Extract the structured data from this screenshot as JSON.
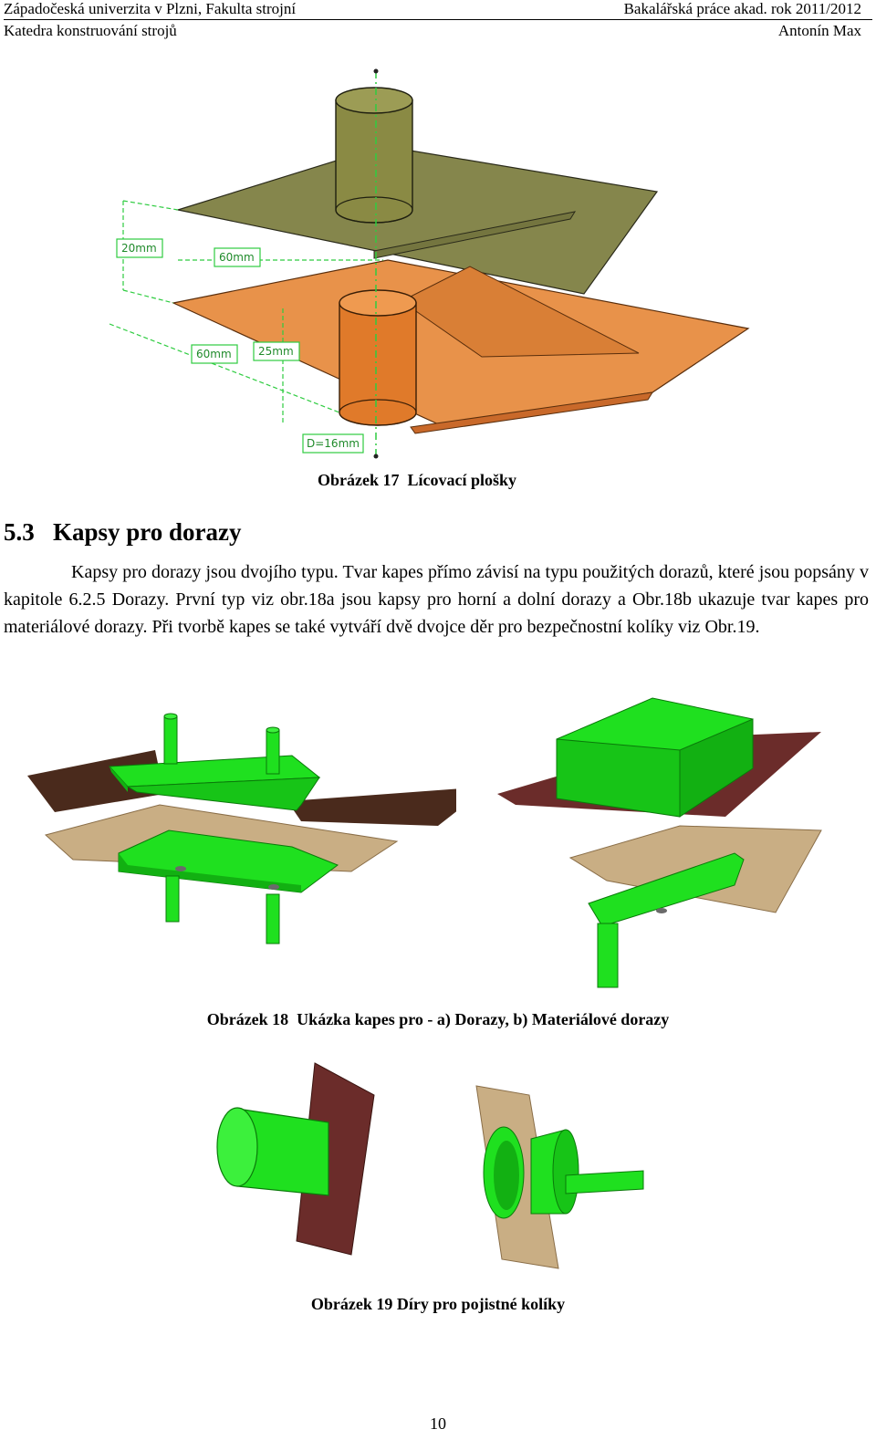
{
  "header": {
    "left_top": "Západočeská univerzita v Plzni, Fakulta strojní",
    "left_bottom": "Katedra konstruování strojů",
    "right_top": "Bakalářská práce akad. rok 2011/2012",
    "right_bottom": "Antonín Max"
  },
  "figure17": {
    "caption": "Obrázek 17  Lícovací plošky",
    "dimensions": {
      "d1": "20mm",
      "d2": "60mm",
      "d3": "60mm",
      "d4": "25mm",
      "d5": "D=16mm"
    }
  },
  "section": {
    "heading": "5.3   Kapsy pro dorazy",
    "paragraph": "Kapsy pro dorazy jsou dvojího typu. Tvar kapes přímo závisí na typu použitých dorazů, které jsou popsány v kapitole 6.2.5 Dorazy. První typ viz obr.18a jsou kapsy pro horní a dolní dorazy a Obr.18b ukazuje tvar kapes pro materiálové dorazy. Při tvorbě kapes se také vytváří dvě dvojce děr pro bezpečnostní kolíky viz Obr.19."
  },
  "figure18": {
    "caption": "Obrázek 18  Ukázka kapes pro - a) Dorazy, b) Materiálové dorazy"
  },
  "figure19": {
    "caption": "Obrázek 19 Díry pro pojistné kolíky"
  },
  "page_number": "10",
  "colors": {
    "olive_plate": "#8a8a4e",
    "orange_plate": "#e8924a",
    "green_part": "#1fe01f",
    "tan_plate": "#c9ae84",
    "brown_plate": "#6b2c2a",
    "dark_brown_plate": "#4a2a1c",
    "dimension_green": "#2ecc40"
  }
}
